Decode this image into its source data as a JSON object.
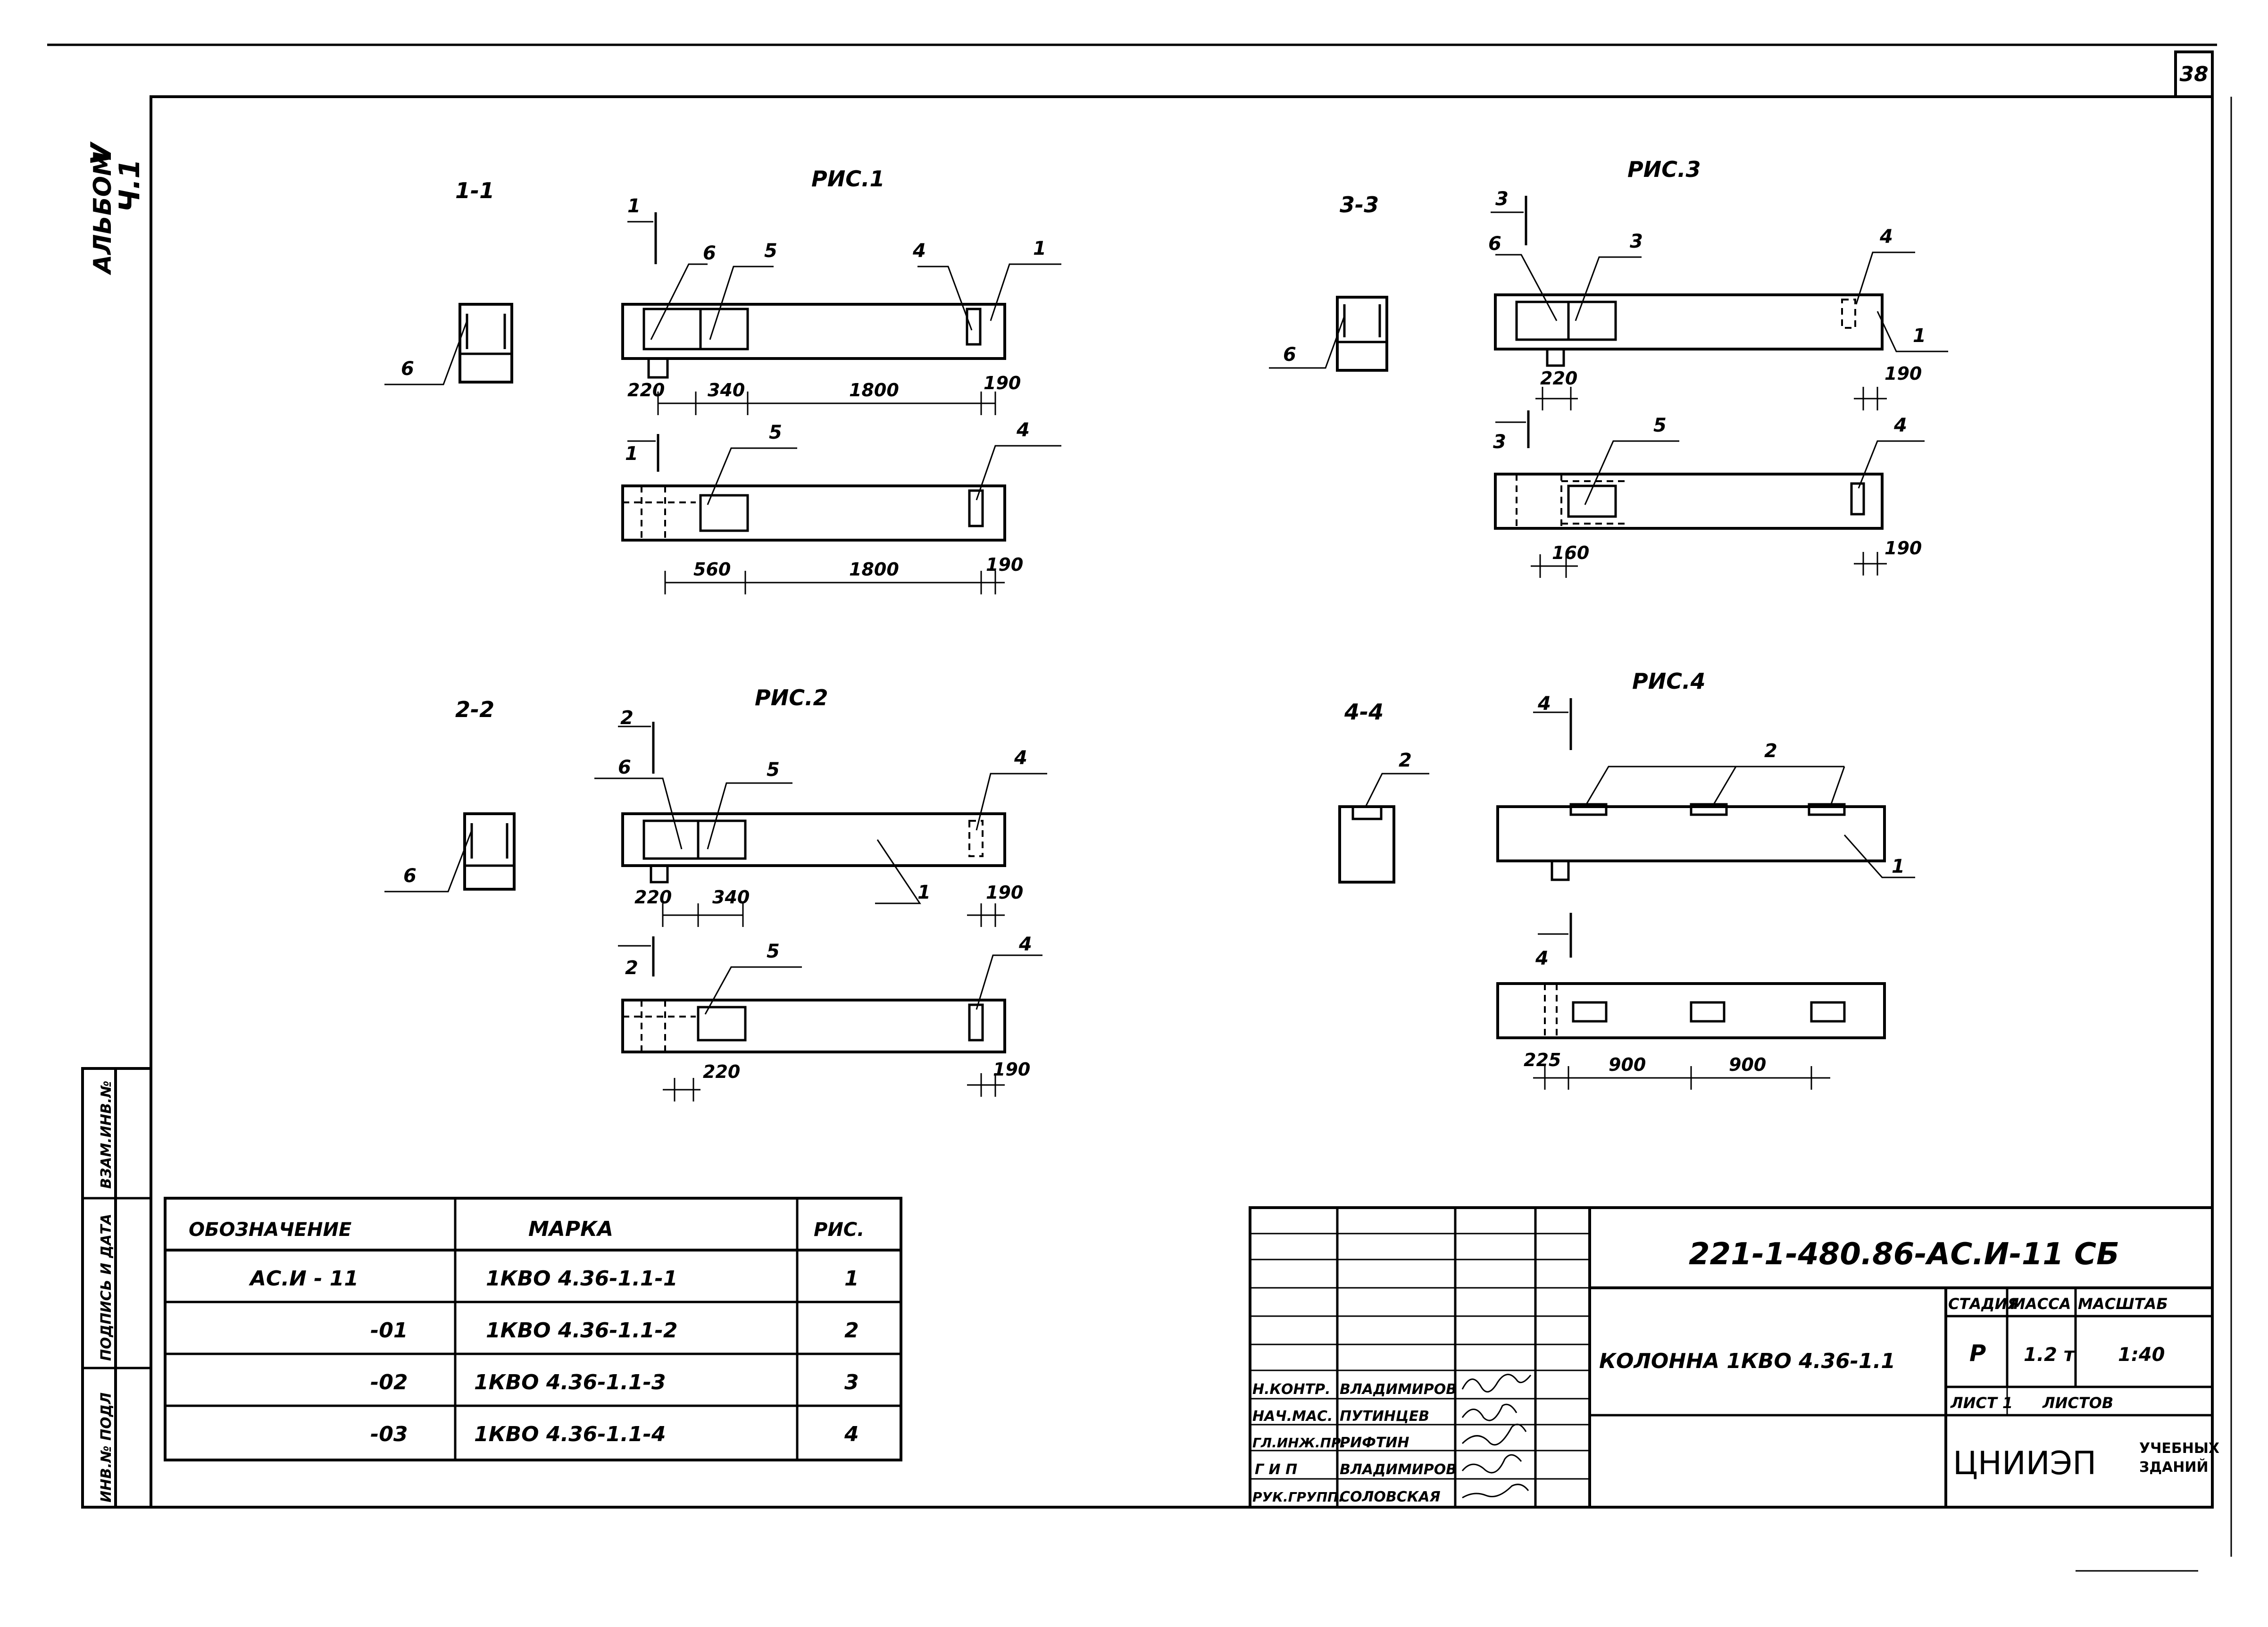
{
  "sheet_number": "38",
  "album": {
    "label": "АЛЬБОМ",
    "volume": "V",
    "part": "Ч.1"
  },
  "side_stamps": [
    "ВЗАМ.ИНВ.№",
    "ПОДПИСЬ И ДАТА",
    "ИНВ.№ ПОДЛ"
  ],
  "figures": [
    {
      "title": "РИС.1",
      "section": "1-1",
      "cut_mark": "1",
      "upper": {
        "callouts": [
          "6",
          "5",
          "4",
          "1"
        ],
        "dims": [
          "220",
          "340",
          "1800",
          "190"
        ]
      },
      "lower": {
        "callouts": [
          "5",
          "4"
        ],
        "dims": [
          "560",
          "1800",
          "190"
        ]
      },
      "section_callout": "6"
    },
    {
      "title": "РИС.2",
      "section": "2-2",
      "cut_mark": "2",
      "upper": {
        "callouts": [
          "6",
          "5",
          "4",
          "1"
        ],
        "dims": [
          "220",
          "340",
          "190"
        ]
      },
      "lower": {
        "callouts": [
          "5",
          "4"
        ],
        "dims": [
          "220",
          "190"
        ]
      },
      "section_callout": "6"
    },
    {
      "title": "РИС.3",
      "section": "3-3",
      "cut_mark": "3",
      "upper": {
        "callouts": [
          "6",
          "3",
          "4",
          "1"
        ],
        "dims": [
          "220",
          "190"
        ]
      },
      "lower": {
        "callouts": [
          "5",
          "4"
        ],
        "dims": [
          "160",
          "190"
        ]
      },
      "section_callout": "6"
    },
    {
      "title": "РИС.4",
      "section": "4-4",
      "cut_mark": "4",
      "upper": {
        "callouts": [
          "2",
          "1"
        ],
        "dims": []
      },
      "lower": {
        "callouts": [],
        "dims": [
          "225",
          "900",
          "900"
        ]
      },
      "section_callout": "2"
    }
  ],
  "marks_table": {
    "headers": [
      "ОБОЗНАЧЕНИЕ",
      "МАРКА",
      "РИС."
    ],
    "rows": [
      [
        "АС.И - 11",
        "1КВО 4.36-1.1-1",
        "1"
      ],
      [
        "-01",
        "1КВО 4.36-1.1-2",
        "2"
      ],
      [
        "-02",
        "1КВО 4.36-1.1-3",
        "3"
      ],
      [
        "-03",
        "1КВО 4.36-1.1-4",
        "4"
      ]
    ]
  },
  "title_block": {
    "code": "221-1-480.86-АС.И-11 СБ",
    "name": "КОЛОННА 1КВО 4.36-1.1",
    "stage_header": "СТАДИЯ",
    "mass_header": "МАССА",
    "scale_header": "МАСШТАБ",
    "stage": "Р",
    "mass": "1.2 т",
    "scale": "1:40",
    "sheet_label": "ЛИСТ 1",
    "sheets_label": "ЛИСТОВ",
    "org": "ЦНИИЭП",
    "org_sub1": "УЧЕБНЫХ",
    "org_sub2": "ЗДАНИЙ",
    "signatures": [
      [
        "Н.КОНТР.",
        "ВЛАДИМИРОВ"
      ],
      [
        "НАЧ.МАС.",
        "ПУТИНЦЕВ"
      ],
      [
        "ГЛ.ИНЖ.ПР.",
        "РИФТИН"
      ],
      [
        "Г И П",
        "ВЛАДИМИРОВ"
      ],
      [
        "РУК.ГРУПП.",
        "СОЛОВСКАЯ"
      ]
    ]
  }
}
